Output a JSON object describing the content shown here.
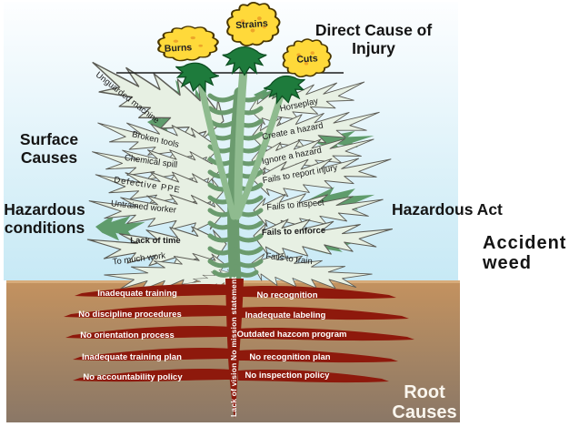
{
  "headings": {
    "direct_cause": "Direct Cause of\nInjury",
    "surface_causes": "Surface\nCauses",
    "hazardous_conditions": "Hazardous\nconditions",
    "hazardous_act": "Hazardous Act",
    "accident_weed": "Accident\nweed",
    "root_causes": "Root\nCauses"
  },
  "flowers": [
    "Burns",
    "Strains",
    "Cuts"
  ],
  "hazardous_condition_leaves": [
    "Unguarded machine",
    "Broken tools",
    "Chemical spill",
    "Defective PPE",
    "Untrained worker",
    "Lack of time",
    "To much work"
  ],
  "hazardous_act_leaves": [
    "Horseplay",
    "Create a hazard",
    "Ignore a hazard",
    "Fails to report injury",
    "Fails to inspect",
    "Fails to enforce",
    "Fails to train"
  ],
  "root_causes_left": [
    "Inadequate training",
    "No discipline procedures",
    "No orientation process",
    "Inadequate training plan",
    "No accountability policy"
  ],
  "root_causes_right": [
    "No recognition",
    "Inadequate labeling",
    "Outdated hazcom program",
    "No recognition plan",
    "No inspection policy"
  ],
  "taproot_label": "Lack of vision  No mission statement",
  "colors": {
    "sky_top": "#fdfeff",
    "sky_bottom": "#c7e9f5",
    "soil_top": "#c4925f",
    "soil_bottom": "#8a7766",
    "root_red": "#8e190c",
    "leaf_fill": "#e7f0e3",
    "stem_green": "#6b9b6e",
    "flower_stem_green": "#8fbb8f",
    "flower_yellow": "#ffd93a",
    "calyx_green": "#1e7b3c"
  }
}
